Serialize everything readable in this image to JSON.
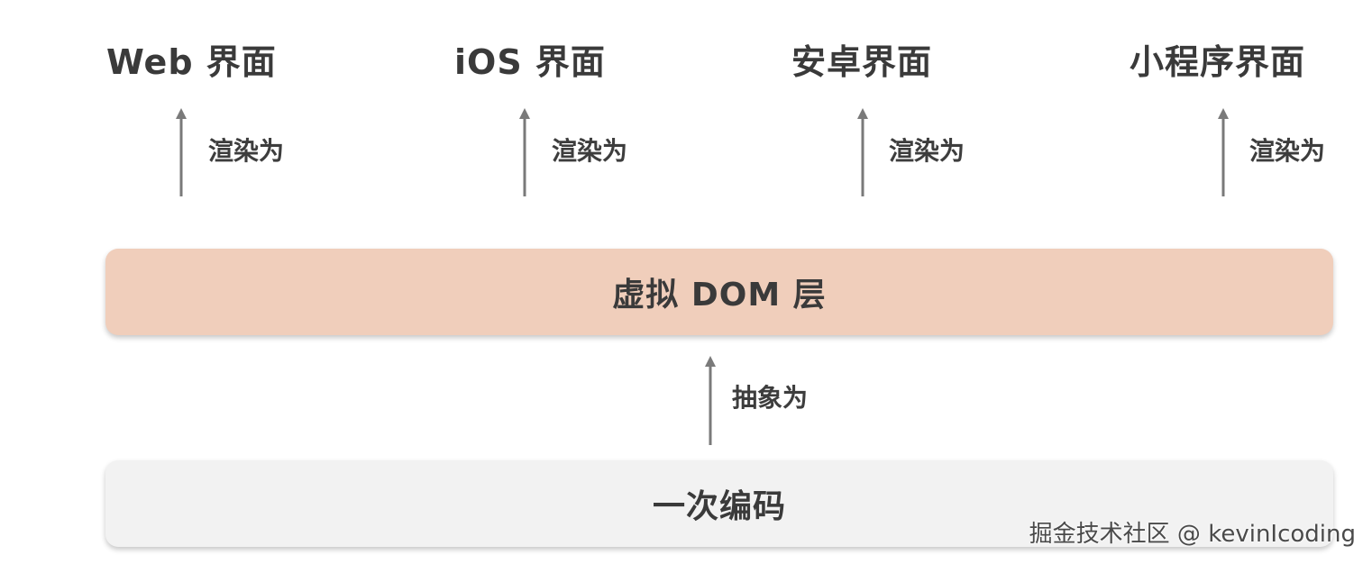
{
  "targets": [
    {
      "title": "Web 界面",
      "arrow_label": "渲染为"
    },
    {
      "title": "iOS 界面",
      "arrow_label": "渲染为"
    },
    {
      "title": "安卓界面",
      "arrow_label": "渲染为"
    },
    {
      "title": "小程序界面",
      "arrow_label": "渲染为"
    }
  ],
  "vdom_layer": {
    "label": "虚拟 DOM 层",
    "color": "#f0cebb"
  },
  "abstract_arrow": {
    "label": "抽象为"
  },
  "code_layer": {
    "label": "一次编码",
    "color": "#f2f2f2"
  },
  "watermark": "掘金技术社区 @ kevinIcoding",
  "colors": {
    "arrow": "#7a7a7a",
    "text": "#3a3a3a"
  }
}
